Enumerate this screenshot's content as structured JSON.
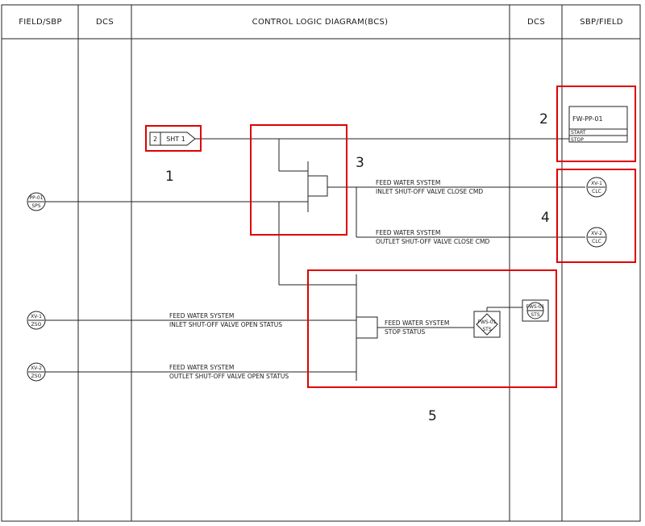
{
  "header": {
    "field_sbp": "FIELD/SBP",
    "dcs_left": "DCS",
    "control_logic": "CONTROL LOGIC DIAGRAM(BCS)",
    "dcs_right": "DCS",
    "sbp_field": "SBP/FIELD"
  },
  "left_instruments": [
    {
      "tag": "PP-01",
      "sub": "SPS"
    },
    {
      "tag": "XV-1",
      "sub": "ZSO"
    },
    {
      "tag": "XV-2",
      "sub": "ZSO"
    }
  ],
  "sheet_ref": {
    "sheet": "2",
    "label": "SHT 1"
  },
  "pump_panel": {
    "title": "FW-PP-01",
    "start": "START",
    "stop": "STOP"
  },
  "signals": {
    "inlet_close": {
      "line1": "FEED WATER SYSTEM",
      "line2": "INLET SHUT-OFF VALVE CLOSE CMD"
    },
    "outlet_close": {
      "line1": "FEED WATER SYSTEM",
      "line2": "OUTLET SHUT-OFF VALVE CLOSE CMD"
    },
    "inlet_open": {
      "line1": "FEED WATER SYSTEM",
      "line2": "INLET SHUT-OFF VALVE OPEN STATUS"
    },
    "outlet_open": {
      "line1": "FEED WATER SYSTEM",
      "line2": "OUTLET SHUT-OFF VALVE OPEN STATUS"
    },
    "stop_status": {
      "line1": "FEED WATER SYSTEM",
      "line2": "STOP STATUS"
    }
  },
  "right_instruments": [
    {
      "tag": "XV-1",
      "sub": "CLC"
    },
    {
      "tag": "XV-2",
      "sub": "CLC"
    }
  ],
  "status_blocks": {
    "dcs_block": {
      "tag": "FWS-01",
      "sub": "STS"
    },
    "diamond": {
      "tag": "FWS-01",
      "sub": "STS"
    }
  },
  "callouts": [
    "1",
    "2",
    "3",
    "4",
    "5"
  ]
}
